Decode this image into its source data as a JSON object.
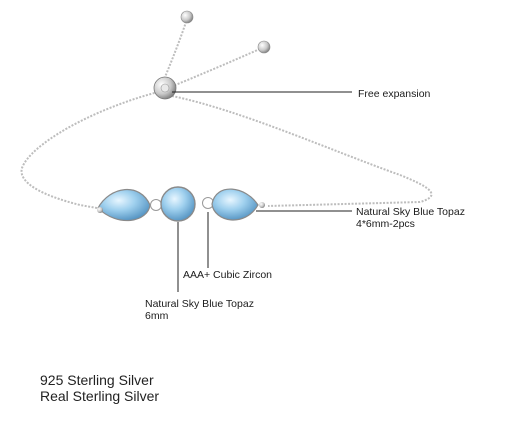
{
  "annotations": {
    "expansion": "Free expansion",
    "side_stone_line1": "Natural Sky Blue Topaz",
    "side_stone_line2": "4*6mm-2pcs",
    "zircon": "AAA+ Cubic Zircon",
    "center_stone_line1": "Natural Sky Blue Topaz",
    "center_stone_line2": "6mm"
  },
  "footer": {
    "line1": "925 Sterling Silver",
    "line2": "Real Sterling Silver"
  },
  "colors": {
    "background": "#ffffff",
    "topaz": "#8ec3e6",
    "silver": "#b9b9b9",
    "leader_line": "#222222"
  }
}
